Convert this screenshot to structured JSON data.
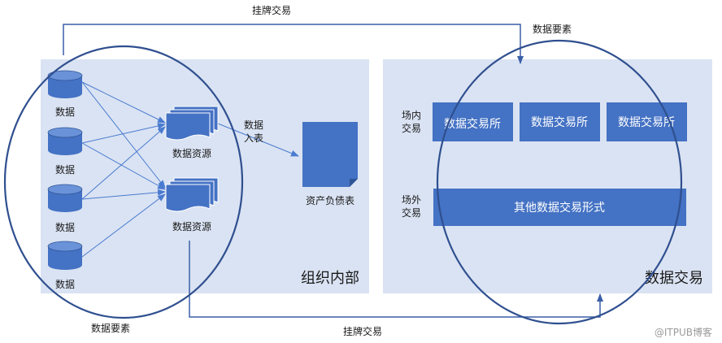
{
  "colors": {
    "panel_bg": "#dae3f3",
    "block_blue": "#4472c4",
    "block_edge": "#2f5597",
    "ellipse_stroke": "#2f4f8f",
    "arrow_blue": "#4a7bd0",
    "text": "#1a1a1a",
    "watermark": "#9a9a9a"
  },
  "top_arrow_label": "挂牌交易",
  "top_right_label": "数据要素",
  "bottom_left_label": "数据要素",
  "bottom_arrow_label": "挂牌交易",
  "left_panel": {
    "title": "组织内部",
    "data_item_label": "数据",
    "data_items": [
      "数据",
      "数据",
      "数据",
      "数据"
    ],
    "resource_label": "数据资源",
    "resources": [
      "数据资源",
      "数据资源"
    ],
    "flow_label_line1": "数据",
    "flow_label_line2": "入表",
    "balance_sheet_label": "资产负债表"
  },
  "right_panel": {
    "title": "数据交易",
    "onsite_line1": "场内",
    "onsite_line2": "交易",
    "offsite_line1": "场外",
    "offsite_line2": "交易",
    "exchanges": [
      "数据交易所",
      "数据交易所",
      "数据交易所"
    ],
    "other_forms": "其他数据交易形式"
  },
  "watermark": {
    "icon": "at-sign-icon",
    "text": "@ITPUB博客"
  }
}
